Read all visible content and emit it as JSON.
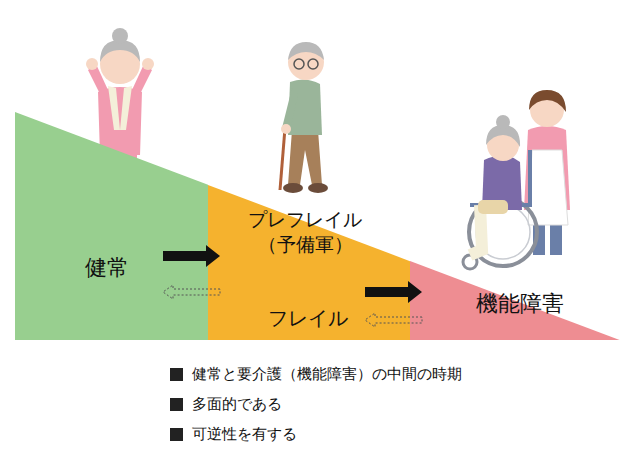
{
  "diagram": {
    "nodes": [
      {
        "text": [
          "健常"
        ]
      },
      {
        "text": [
          "プレフレイル （予備軍）",
          "フレイル"
        ]
      },
      {
        "text": [
          "機能障害"
        ]
      }
    ],
    "edges": [
      {
        "from": 0,
        "to": 1,
        "arrow": "to"
      },
      {
        "from": 1,
        "to": 0,
        "arrow": "to"
      },
      {
        "from": 1,
        "to": 2,
        "arrow": "to"
      },
      {
        "from": 2,
        "to": 1,
        "arrow": "to"
      }
    ],
    "labels": [
      "健常と要介護（機能障害）の中間の時期",
      "多面的である",
      "可逆性を有する"
    ]
  }
}
